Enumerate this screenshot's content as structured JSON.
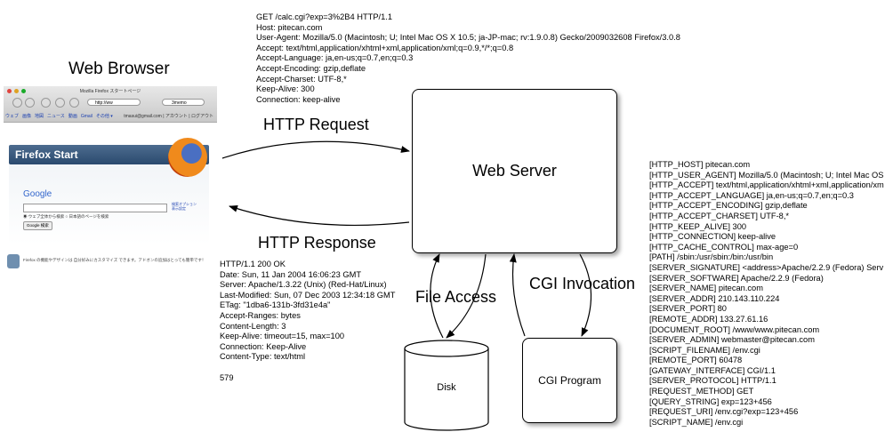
{
  "headings": {
    "web_browser": "Web Browser",
    "web_server": "Web Server",
    "http_request": "HTTP Request",
    "http_response": "HTTP Response",
    "file_access": "File Access",
    "cgi_invocation": "CGI Invocation",
    "disk": "Disk",
    "cgi_program": "CGI Program"
  },
  "request_lines": [
    "GET /calc.cgi?exp=3%2B4 HTTP/1.1",
    "Host: pitecan.com",
    "User-Agent: Mozilla/5.0 (Macintosh; U; Intel Mac OS X 10.5; ja-JP-mac; rv:1.9.0.8) Gecko/2009032608 Firefox/3.0.8",
    "Accept: text/html,application/xhtml+xml,application/xml;q=0.9,*/*;q=0.8",
    "Accept-Language: ja,en-us;q=0.7,en;q=0.3",
    "Accept-Encoding: gzip,deflate",
    "Accept-Charset: UTF-8,*",
    "Keep-Alive: 300",
    "Connection: keep-alive"
  ],
  "response_lines": [
    "HTTP/1.1 200 OK",
    "Date: Sun, 11 Jan 2004 16:06:23 GMT",
    "Server: Apache/1.3.22 (Unix) (Red-Hat/Linux)",
    "Last-Modified: Sun, 07 Dec 2003 12:34:18 GMT",
    "ETag: \"1dba6-131b-3fd31e4a\"",
    "Accept-Ranges: bytes",
    "Content-Length: 3",
    "Keep-Alive: timeout=15, max=100",
    "Connection: Keep-Alive",
    "Content-Type: text/html",
    "",
    "579"
  ],
  "env_lines": [
    "[HTTP_HOST] pitecan.com",
    "[HTTP_USER_AGENT] Mozilla/5.0 (Macintosh; U; Intel Mac OS",
    "[HTTP_ACCEPT] text/html,application/xhtml+xml,application/xm",
    "[HTTP_ACCEPT_LANGUAGE] ja,en-us;q=0.7,en;q=0.3",
    "[HTTP_ACCEPT_ENCODING] gzip,deflate",
    "[HTTP_ACCEPT_CHARSET] UTF-8,*",
    "[HTTP_KEEP_ALIVE] 300",
    "[HTTP_CONNECTION] keep-alive",
    "[HTTP_CACHE_CONTROL] max-age=0",
    "[PATH] /sbin:/usr/sbin:/bin:/usr/bin",
    "[SERVER_SIGNATURE] <address>Apache/2.2.9 (Fedora) Serv",
    "[SERVER_SOFTWARE] Apache/2.2.9 (Fedora)",
    "[SERVER_NAME] pitecan.com",
    "[SERVER_ADDR] 210.143.110.224",
    "[SERVER_PORT] 80",
    "[REMOTE_ADDR] 133.27.61.16",
    "[DOCUMENT_ROOT] /www/www.pitecan.com",
    "[SERVER_ADMIN] webmaster@pitecan.com",
    "[SCRIPT_FILENAME] /env.cgi",
    "[REMOTE_PORT] 60478",
    "[GATEWAY_INTERFACE] CGI/1.1",
    "[SERVER_PROTOCOL] HTTP/1.1",
    "[REQUEST_METHOD] GET",
    "[QUERY_STRING] exp=123+456",
    "[REQUEST_URI] /env.cgi?exp=123+456",
    "[SCRIPT_NAME] /env.cgi"
  ],
  "browser": {
    "window_title": "Mozilla Firefox スタートページ",
    "url": "http://ww",
    "search": "3memo",
    "links": [
      "ウェブ",
      "画像",
      "地図",
      "ニュース",
      "動画",
      "Gmail",
      "その他 ▾"
    ],
    "user": "tmasui@gmail.com | アカウント | ログアウト",
    "start_title": "Firefox Start",
    "google": "Google",
    "radio_text": "◉ ウェブ全体から検索  ○ 日本語のページを検索",
    "search_button": "Google 検索",
    "side_links": [
      "検索オプション",
      "表示設定"
    ],
    "footer": "Firefox の機能やデザインは 自分好みにカスタマイズ できます。アドオンの追加はとっても簡単です！"
  },
  "colors": {
    "line": "#000000",
    "box_fill": "#ffffff",
    "ff_header": "#3b5a80"
  }
}
